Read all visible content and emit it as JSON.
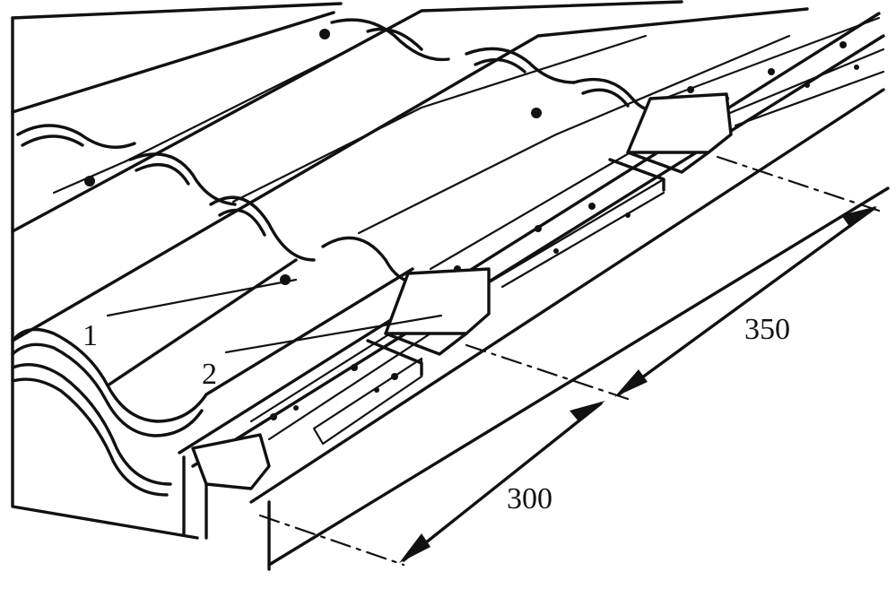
{
  "labels": {
    "part_1": "1",
    "part_2": "2"
  },
  "dimensions": {
    "dim_1": "300",
    "dim_2": "350"
  }
}
